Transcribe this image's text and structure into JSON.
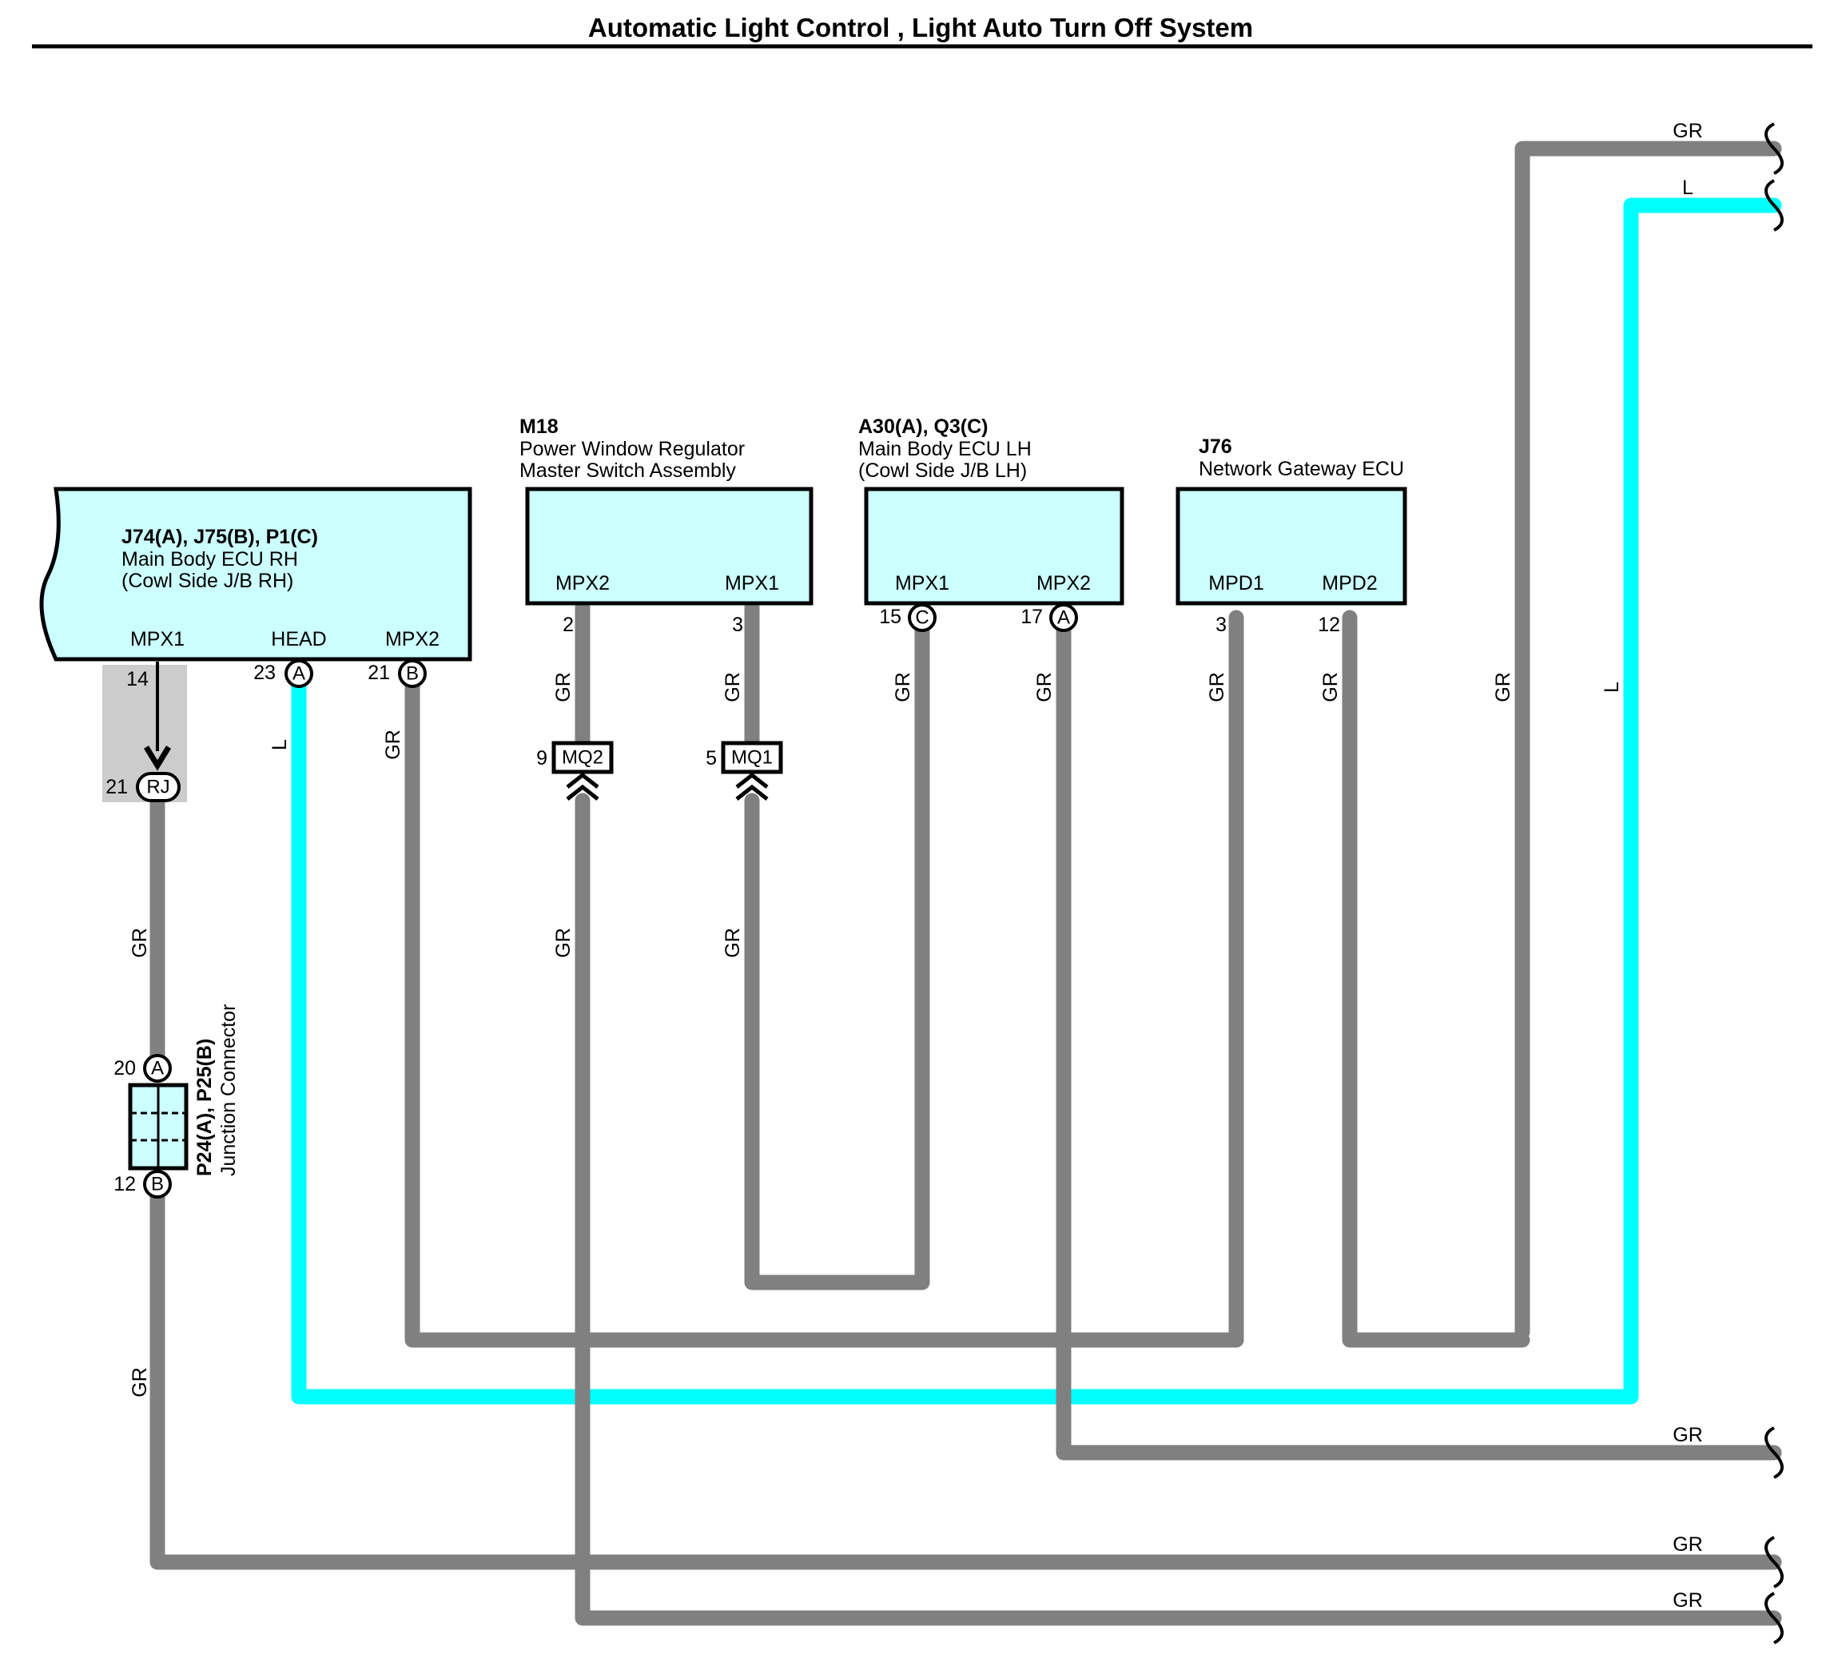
{
  "title": "Automatic Light Control , Light Auto Turn Off System",
  "components": {
    "ecu_rh": {
      "code": "J74(A), J75(B), P1(C)",
      "line1": "Main Body ECU RH",
      "line2": "(Cowl Side J/B RH)",
      "pins": [
        "MPX1",
        "HEAD",
        "MPX2"
      ]
    },
    "m18": {
      "code": "M18",
      "line1": "Power Window Regulator",
      "line2": "Master Switch Assembly",
      "pins": [
        "MPX2",
        "MPX1"
      ]
    },
    "ecu_lh": {
      "code": "A30(A), Q3(C)",
      "line1": "Main Body ECU LH",
      "line2": "(Cowl Side J/B LH)",
      "pins": [
        "MPX1",
        "MPX2"
      ]
    },
    "j76": {
      "code": "J76",
      "line1": "Network Gateway ECU",
      "pins": [
        "MPD1",
        "MPD2"
      ]
    },
    "junction": {
      "code": "P24(A), P25(B)",
      "line1": "Junction Connector"
    }
  },
  "pin_numbers": {
    "rh_mpx1": "14",
    "rh_head": "23",
    "rh_mpx2": "21",
    "rj": "21",
    "m18_mpx2": "2",
    "m18_mpx1": "3",
    "mq2": "9",
    "mq1": "5",
    "lh_mpx1": "15",
    "lh_mpx2": "17",
    "j76_mpd1": "3",
    "j76_mpd2": "12",
    "jc_a": "20",
    "jc_b": "12"
  },
  "connector_letters": {
    "head": "A",
    "mpx2_rh": "B",
    "rj": "RJ",
    "lh_mpx1": "C",
    "lh_mpx2": "A",
    "jc_a": "A",
    "jc_b": "B",
    "mq2": "MQ2",
    "mq1": "MQ1"
  },
  "wire_colors": {
    "GR": "#808080",
    "L": "#00ffff"
  },
  "wire_labels": {
    "gr": "GR",
    "l": "L"
  }
}
